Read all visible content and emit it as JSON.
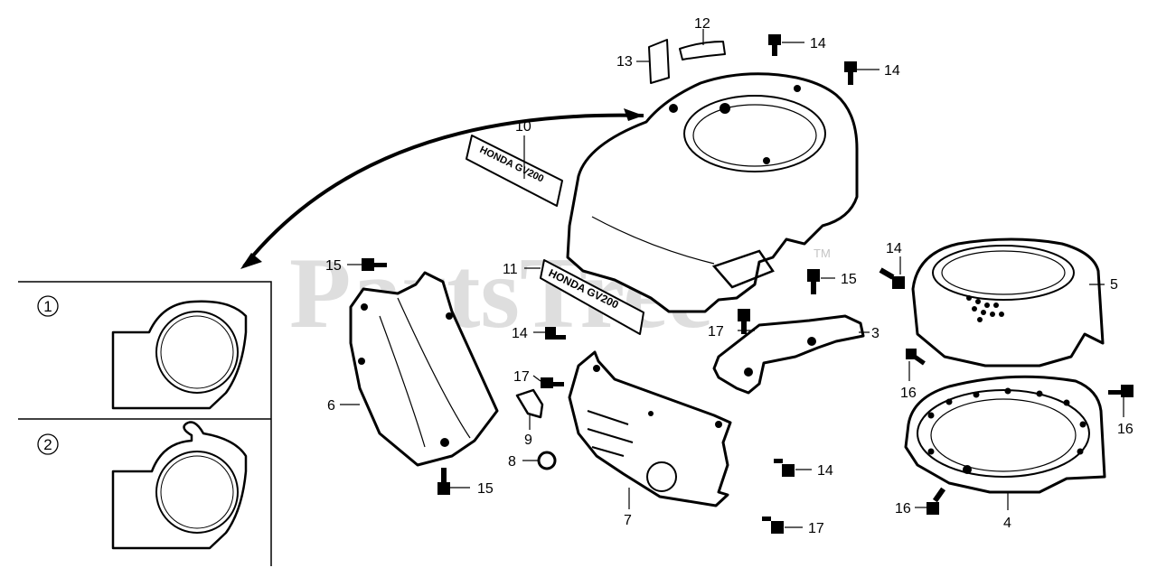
{
  "watermark": {
    "text": "PartsTree",
    "trademark": "TM"
  },
  "labels": {
    "l1": "1",
    "l2": "2",
    "l3": "3",
    "l4": "4",
    "l5": "5",
    "l6": "6",
    "l7": "7",
    "l8": "8",
    "l9": "9",
    "l10": "10",
    "l11": "11",
    "l12": "12",
    "l13": "13",
    "l14a": "14",
    "l14b": "14",
    "l14c": "14",
    "l14d": "14",
    "l14e": "14",
    "l15a": "15",
    "l15b": "15",
    "l15c": "15",
    "l16a": "16",
    "l16b": "16",
    "l16c": "16",
    "l17a": "17",
    "l17b": "17",
    "l17c": "17"
  },
  "decals": {
    "decal_10": "HONDA GV200",
    "decal_11": "HONDA GV200"
  },
  "insets": {
    "inset_1": "1",
    "inset_2": "2"
  }
}
